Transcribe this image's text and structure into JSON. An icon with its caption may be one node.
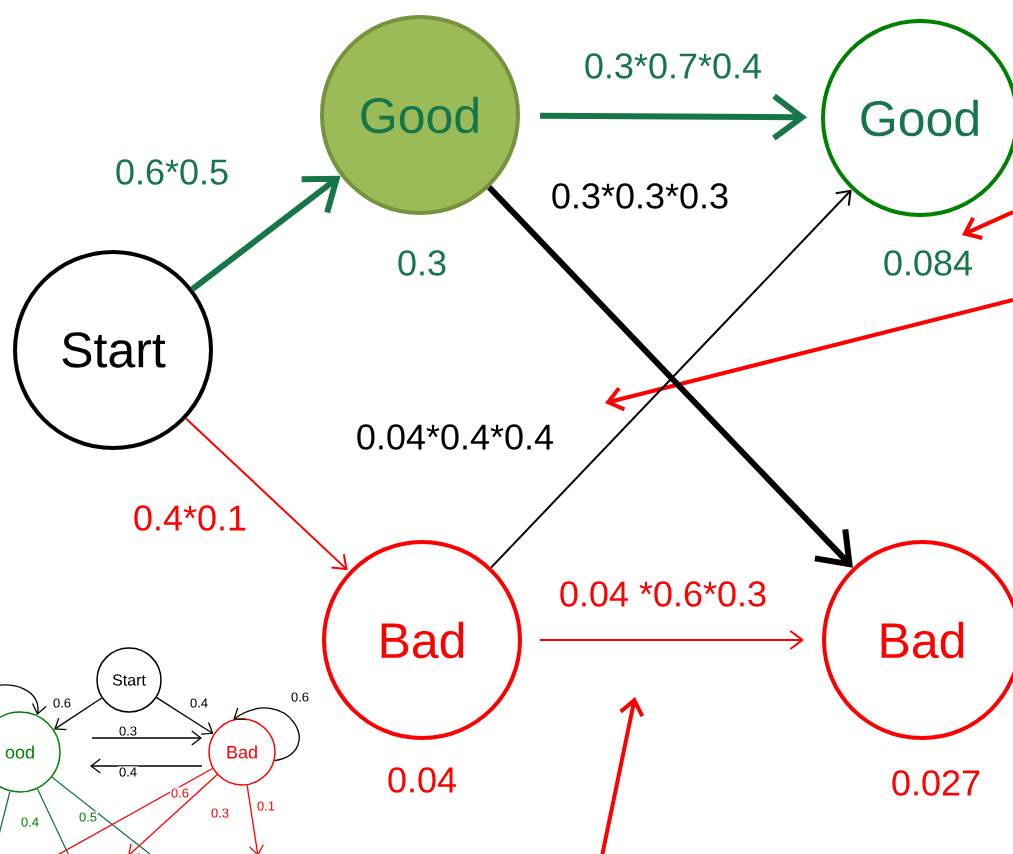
{
  "diagram": {
    "nodes": [
      {
        "text": [
          "Start"
        ]
      },
      {
        "text": [
          "Good"
        ],
        "beside": [
          "0.3"
        ]
      },
      {
        "text": [
          "Good"
        ],
        "beside": [
          "0.084"
        ]
      },
      {
        "text": [
          "Bad"
        ],
        "beside": [
          "0.04"
        ]
      },
      {
        "text": [
          "Bad"
        ],
        "beside": [
          "0.027"
        ]
      },
      {
        "text": [
          "Start"
        ]
      },
      {
        "text": [
          "ood"
        ]
      },
      {
        "text": [
          "Bad"
        ]
      }
    ],
    "edges": [
      {
        "from": 0,
        "to": 1,
        "arrow": "to",
        "label": "0.6*0.5",
        "style": "thick",
        "color": "#17754a"
      },
      {
        "from": 0,
        "to": 3,
        "arrow": "to",
        "label": "0.4*0.1",
        "color": "#ff0000"
      },
      {
        "from": 1,
        "to": 2,
        "arrow": "to",
        "label": "0.3*0.7*0.4",
        "style": "thick",
        "color": "#17754a"
      },
      {
        "from": 1,
        "to": 4,
        "arrow": "to",
        "label": "0.3*0.3*0.3",
        "style": "thick"
      },
      {
        "from": 3,
        "to": 2,
        "arrow": "to",
        "label": "0.04*0.4*0.4"
      },
      {
        "from": 3,
        "to": 4,
        "arrow": "to",
        "label": "0.04 *0.6*0.3",
        "color": "#ff0000"
      },
      {
        "from": 5,
        "to": 6,
        "arrow": "to",
        "label": "0.6"
      },
      {
        "from": 5,
        "to": 7,
        "arrow": "to",
        "label": "0.4"
      },
      {
        "from": 6,
        "to": 7,
        "arrow": "to",
        "label": "0.3"
      },
      {
        "from": 7,
        "to": 6,
        "arrow": "to",
        "label": "0.4"
      },
      {
        "from": 7,
        "to": 7,
        "arrow": "to",
        "label": "0.6"
      },
      {
        "from": 6,
        "to": 6,
        "arrow": "to"
      },
      {
        "from": 6,
        "to": null,
        "arrow": "none",
        "color": "#17754a"
      },
      {
        "from": 6,
        "to": null,
        "arrow": "none",
        "label": "0.4",
        "color": "#17754a"
      },
      {
        "from": 6,
        "to": null,
        "arrow": "none",
        "label": "0.5",
        "color": "#17754a"
      },
      {
        "from": 7,
        "to": null,
        "arrow": "none",
        "label": "0.6",
        "color": "#ff0000"
      },
      {
        "from": 7,
        "to": null,
        "arrow": "to",
        "label": "0.3",
        "color": "#ff0000"
      },
      {
        "from": 7,
        "to": null,
        "arrow": "to",
        "label": "0.1",
        "color": "#ff0000"
      }
    ]
  }
}
